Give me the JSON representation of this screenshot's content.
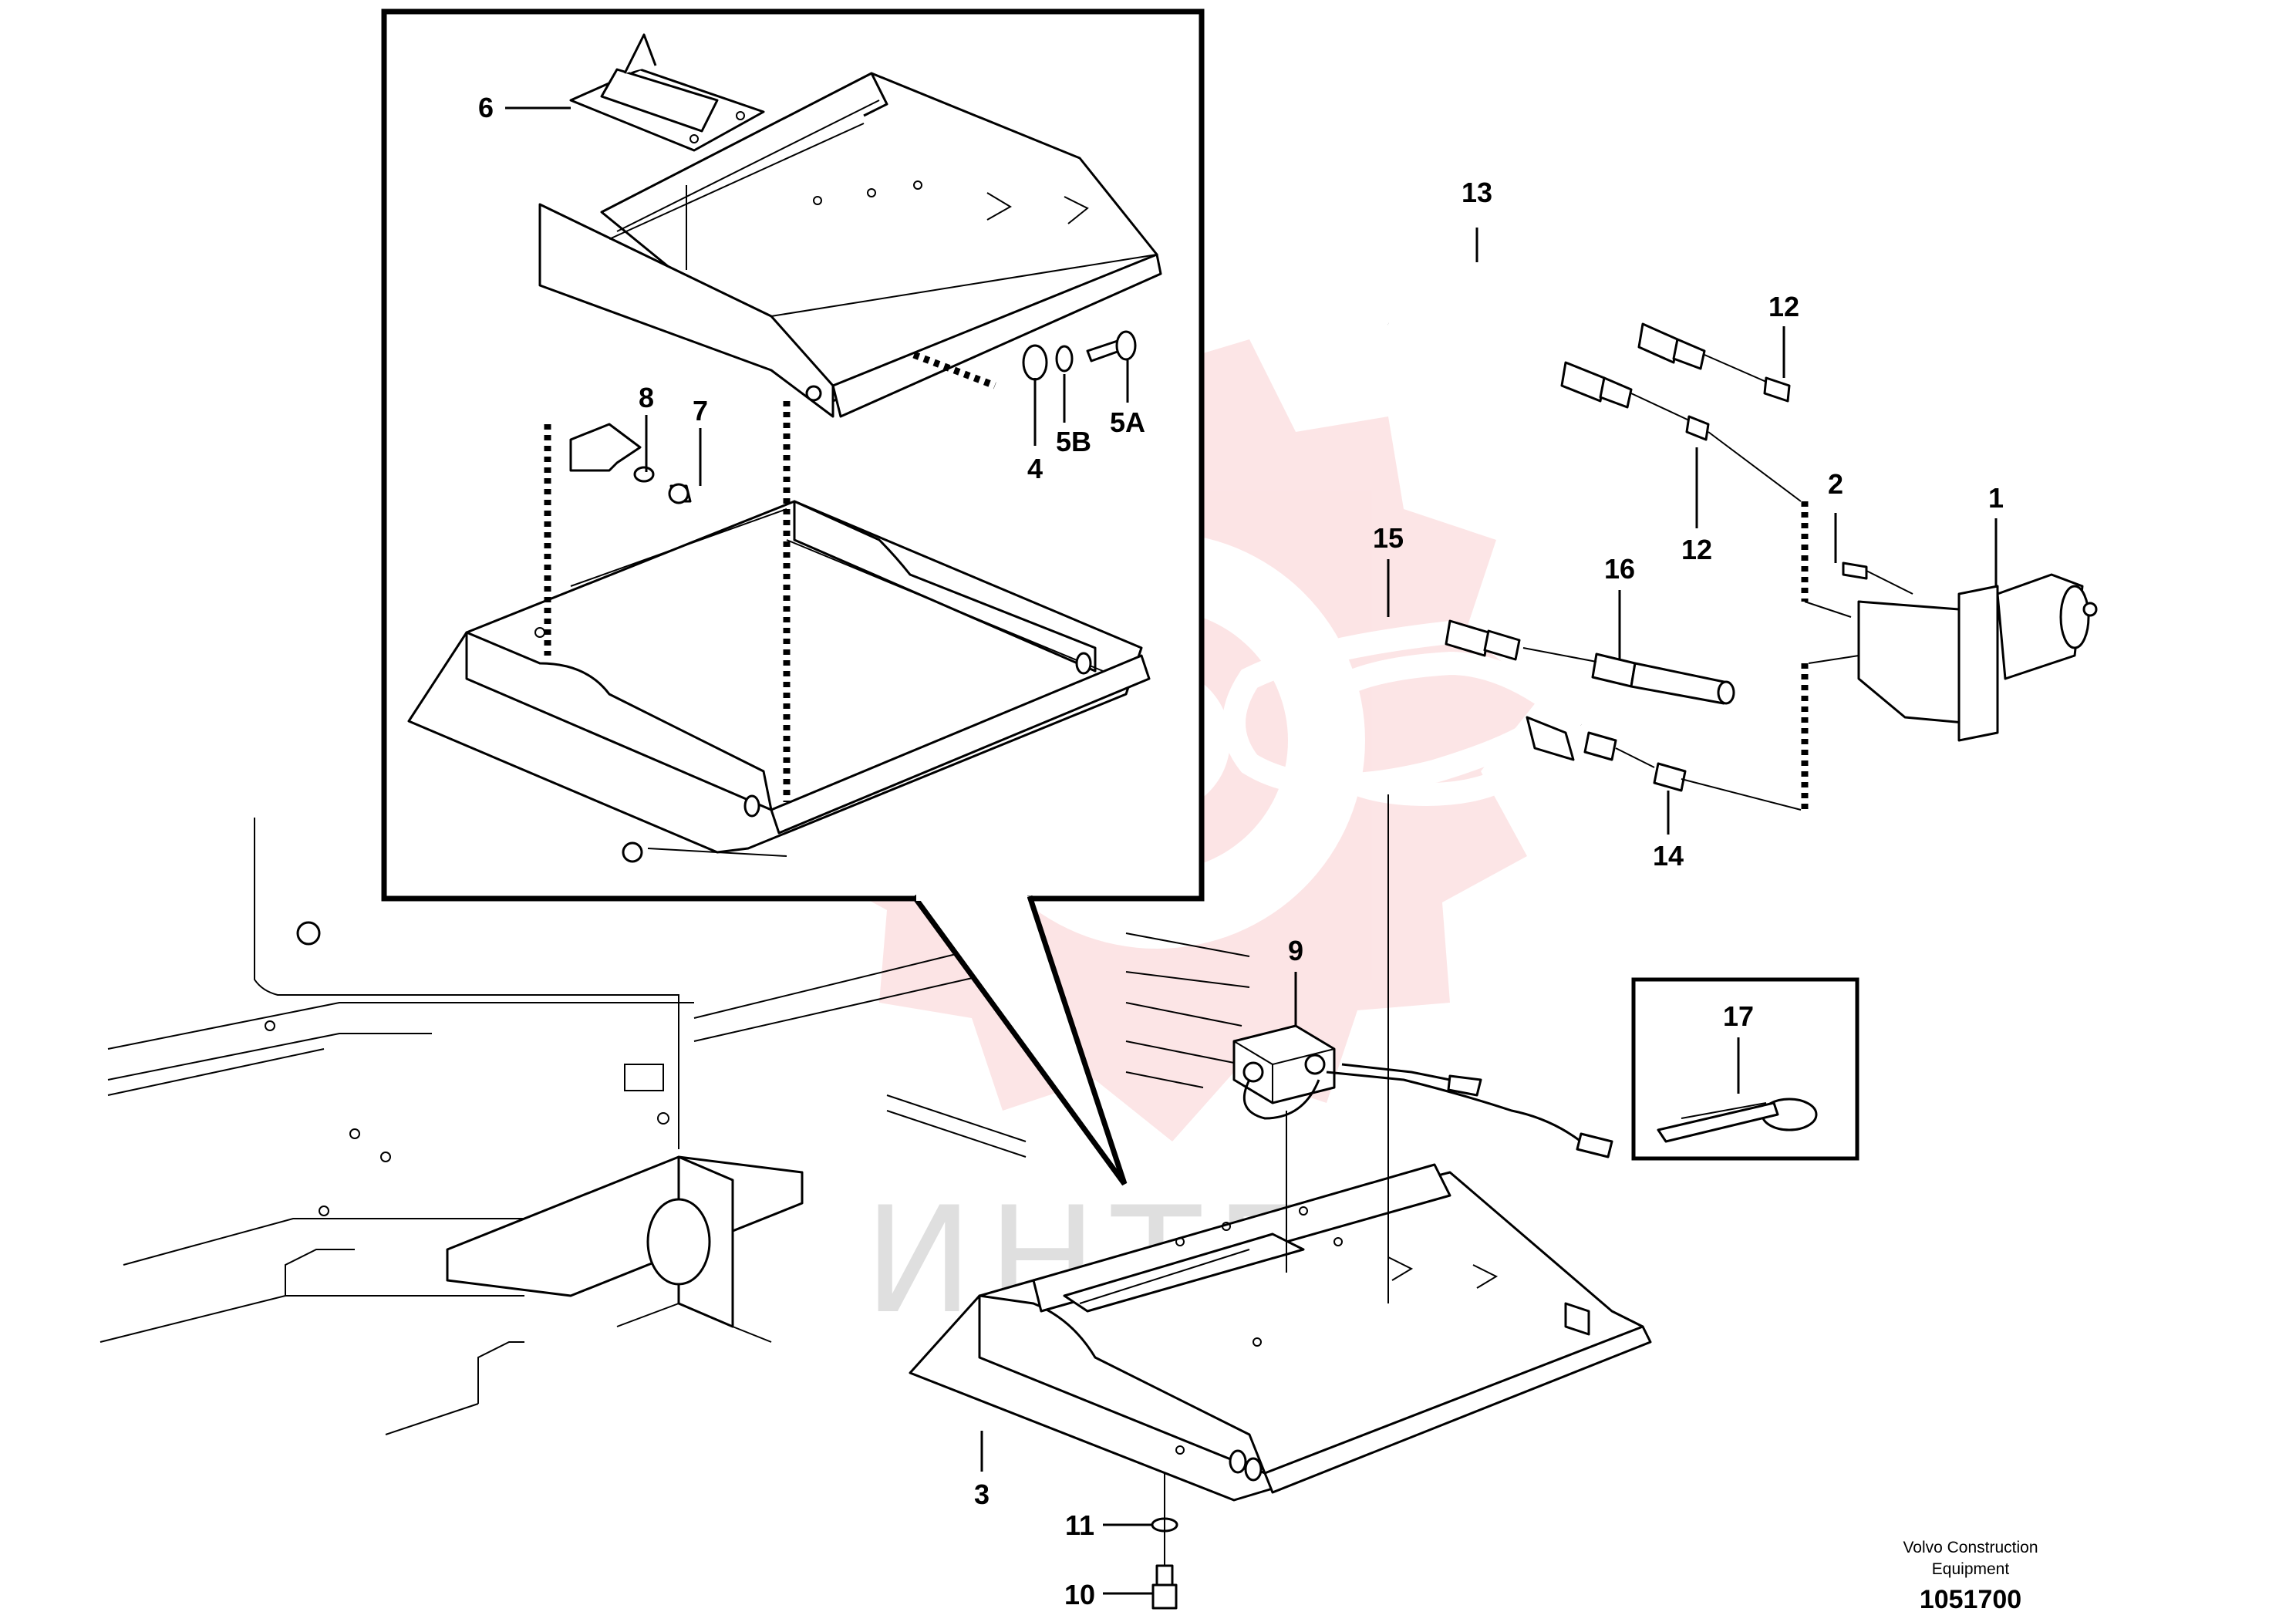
{
  "watermark": {
    "text": "ИНТЕХ",
    "color": "#e8161b",
    "text_color": "#d8d8d8"
  },
  "footer": {
    "company_line1": "Volvo Construction",
    "company_line2": "Equipment",
    "drawing_number": "1051700"
  },
  "callouts": {
    "c1": "1",
    "c2": "2",
    "c3": "3",
    "c4": "4",
    "c5A": "5A",
    "c5B": "5B",
    "c6": "6",
    "c7": "7",
    "c8": "8",
    "c9": "9",
    "c10": "10",
    "c11": "11",
    "c12a": "12",
    "c12b": "12",
    "c13": "13",
    "c14": "14",
    "c15": "15",
    "c16": "16",
    "c17": "17"
  }
}
